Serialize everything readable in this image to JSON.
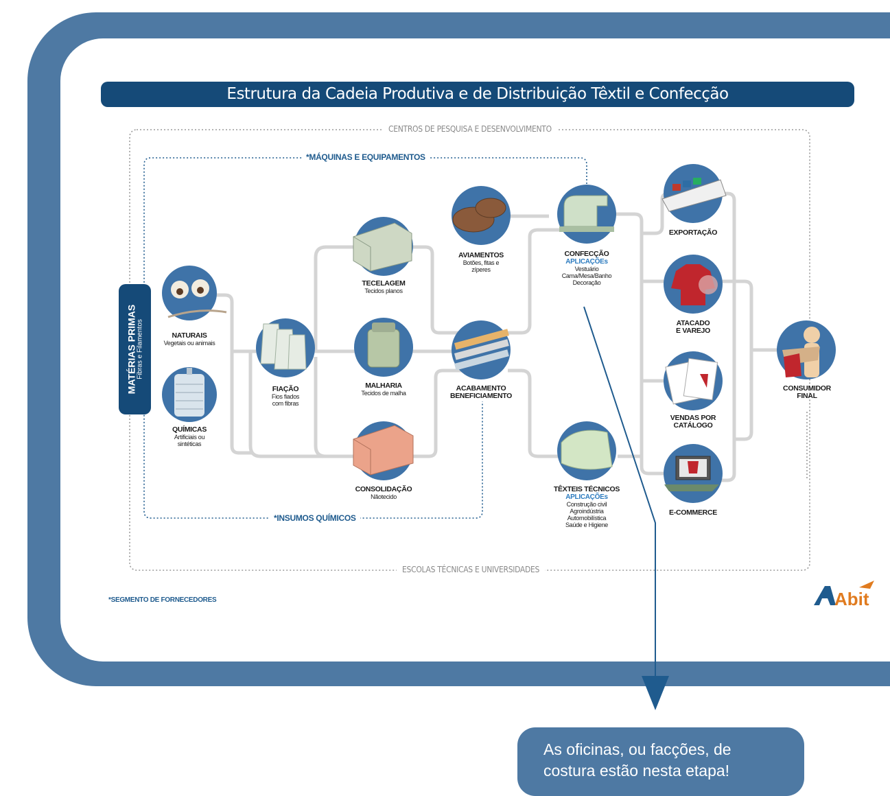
{
  "title": "Estrutura da Cadeia Produtiva e de Distribuição Têxtil e Confecção",
  "bands": {
    "top": "CENTROS DE PESQUISA E DESENVOLVIMENTO",
    "bottom": "ESCOLAS TÉCNICAS E UNIVERSIDADES"
  },
  "suppliers": {
    "machines": "*MÁQUINAS E EQUIPAMENTOS",
    "chemicals": "*INSUMOS QUÍMICOS",
    "footnote": "*SEGMENTO DE FORNECEDORES"
  },
  "materias_primas": {
    "title": "MATÉRIAS PRIMAS",
    "subtitle": "Fibras e Filamentos"
  },
  "nodes": {
    "naturais": {
      "title": "NATURAIS",
      "sub1": "Vegetais ou animais"
    },
    "quimicas": {
      "title": "QUÍMICAS",
      "sub1": "Artificiais ou",
      "sub2": "sintéticas"
    },
    "fiacao": {
      "title": "FIAÇÃO",
      "sub1": "Fios fiados",
      "sub2": "com fibras"
    },
    "tecelagem": {
      "title": "TECELAGEM",
      "sub1": "Tecidos planos"
    },
    "malharia": {
      "title": "MALHARIA",
      "sub1": "Tecidos de malha"
    },
    "consolidacao": {
      "title": "CONSOLIDAÇÃO",
      "sub1": "Nãotecido"
    },
    "aviamentos": {
      "title": "AVIAMENTOS",
      "sub1": "Botões, fitas e",
      "sub2": "zíperes"
    },
    "acabamento": {
      "title": "ACABAMENTO",
      "title2": "BENEFICIAMENTO"
    },
    "confeccao": {
      "title": "CONFECÇÃO",
      "apps": "APLICAÇÕEs",
      "sub1": "Vestuário",
      "sub2": "Cama/Mesa/Banho",
      "sub3": "Decoração"
    },
    "texteis": {
      "title": "TÊXTEIS TÉCNICOS",
      "apps": "APLICAÇÕEs",
      "sub1": "Construção civil",
      "sub2": "Agroindústria",
      "sub3": "Automobilística",
      "sub4": "Saúde e Higiene"
    },
    "exportacao": {
      "title": "EXPORTAÇÃO"
    },
    "atacado": {
      "title": "ATACADO",
      "title2": "E VAREJO"
    },
    "vendas": {
      "title": "VENDAS POR",
      "title2": "CATÁLOGO"
    },
    "ecommerce": {
      "title": "E-COMMERCE"
    },
    "consumidor": {
      "title": "CONSUMIDOR",
      "title2": "FINAL"
    }
  },
  "callout": {
    "line1": "As oficinas, ou facções, de",
    "line2": "costura estão nesta etapa!"
  },
  "logo_text": "Abit",
  "colors": {
    "frame": "#4e79a3",
    "title_bar": "#154a78",
    "circle": "#3f73a8",
    "connector": "#d3d3d3",
    "accent_text": "#1f5b8e"
  }
}
